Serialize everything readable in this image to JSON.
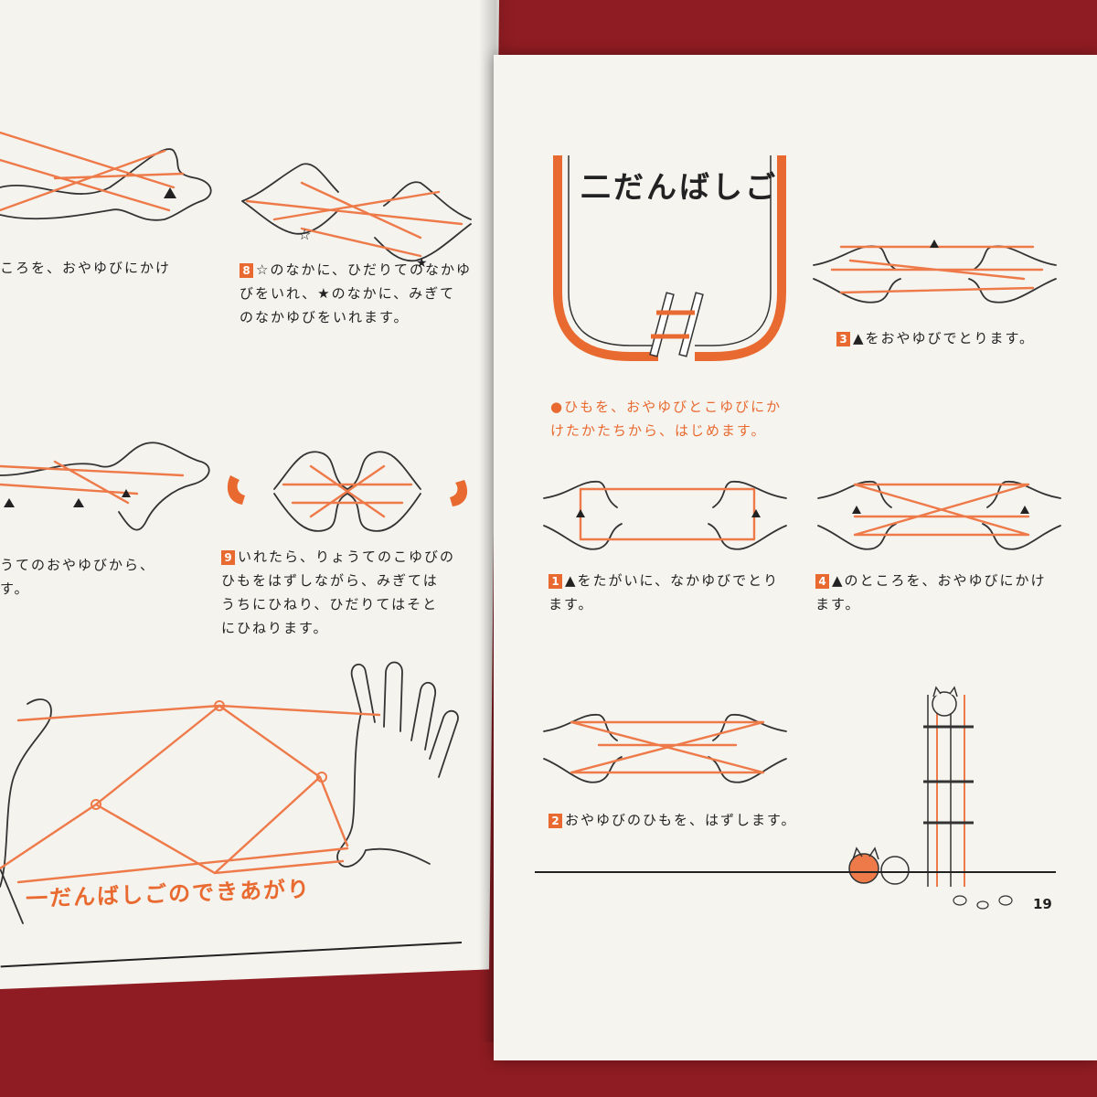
{
  "book": {
    "left_page": {
      "step8": {
        "number": "8",
        "text": "☆のなかに、ひだりてのなかゆ\nびをいれ、★のなかに、みぎて\nのなかゆびをいれます。"
      },
      "step9": {
        "number": "9",
        "text": "いれたら、りょうてのこゆびの\nひもをはずしながら、みぎては\nうちにひねり、ひだりてはそと\nにひねります。"
      },
      "partial_top": "ころを、おやゆびにかけ",
      "partial_mid": "うてのおやゆびから、\nす。",
      "finished_caption": "一だんばしごのできあがり"
    },
    "right_page": {
      "title": "二だんばしご",
      "intro": "●ひもを、おやゆびとこゆびにか\nけたかたちから、はじめます。",
      "steps": [
        {
          "number": "1",
          "text": "▲をたがいに、なかゆびでとり\nます。"
        },
        {
          "number": "2",
          "text": "おやゆびのひもを、はずします。"
        },
        {
          "number": "3",
          "text": "▲をおやゆびでとります。"
        },
        {
          "number": "4",
          "text": "▲のところを、おやゆびにかけ\nます。"
        }
      ],
      "page_number": "19"
    }
  },
  "colors": {
    "accent": "#e96a30",
    "string": "#ee7a4a",
    "ink": "#222222",
    "paper": "#f5f4ef",
    "cloth": "#8e1c22"
  }
}
